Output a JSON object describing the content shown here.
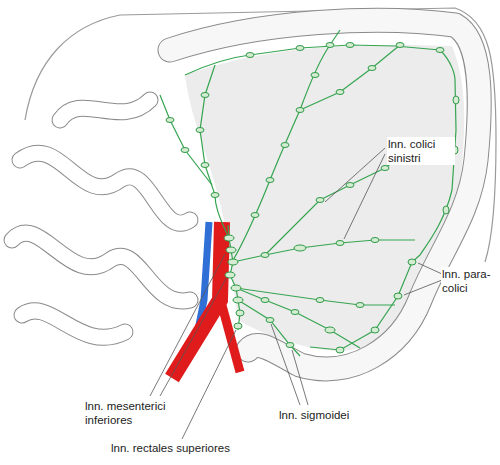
{
  "diagram": {
    "labels": [
      "lnn. colici sinistri",
      "lnn. para- colici",
      "lnn. mesenterici inferiores",
      "lnn. sigmoidei",
      "lnn. rectales superiores"
    ]
  }
}
